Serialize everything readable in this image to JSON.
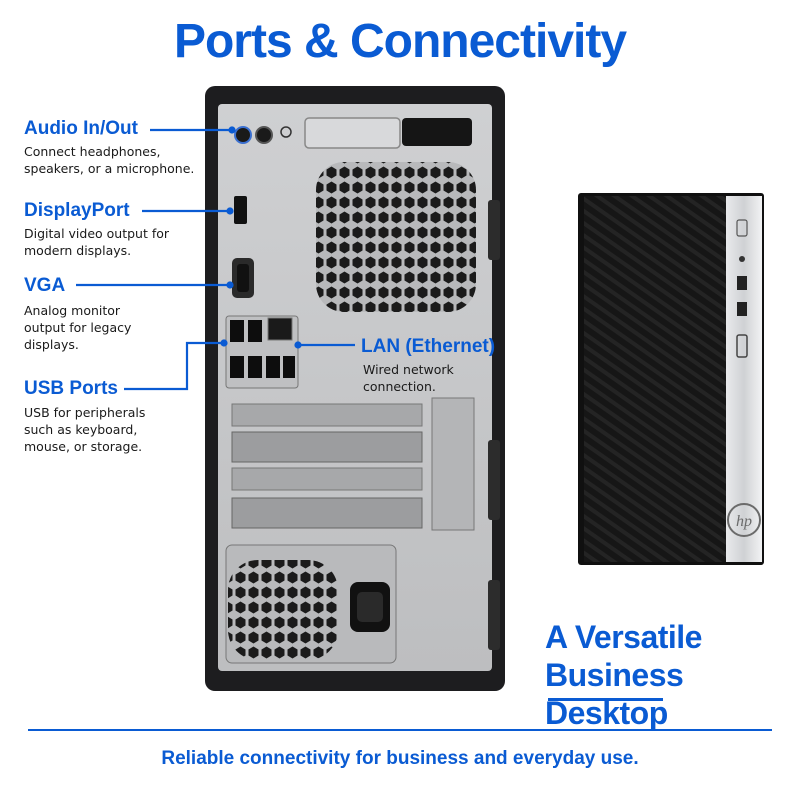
{
  "title": "Ports & Connectivity",
  "callouts": {
    "audio": {
      "heading": "Audio In/Out",
      "desc": "Connect headphones, speakers, or a microphone."
    },
    "displayport": {
      "heading": "DisplayPort",
      "desc": "Digital video output for modern displays."
    },
    "vga": {
      "heading": "VGA",
      "desc": "Analog monitor output for legacy displays."
    },
    "usb": {
      "heading": "USB Ports",
      "desc": "USB for peripherals such as keyboard, mouse, or storage."
    },
    "lan": {
      "heading": "LAN (Ethernet)",
      "desc": "Wired network connection."
    }
  },
  "tagline": {
    "line1": "A Versatile",
    "line2": "Business Desktop"
  },
  "footer": "Reliable connectivity for business and everyday use.",
  "brand": "hp",
  "colors": {
    "accent": "#0a5bd3",
    "chassis": "#1c1c1e",
    "panel": "#c9cacc"
  }
}
